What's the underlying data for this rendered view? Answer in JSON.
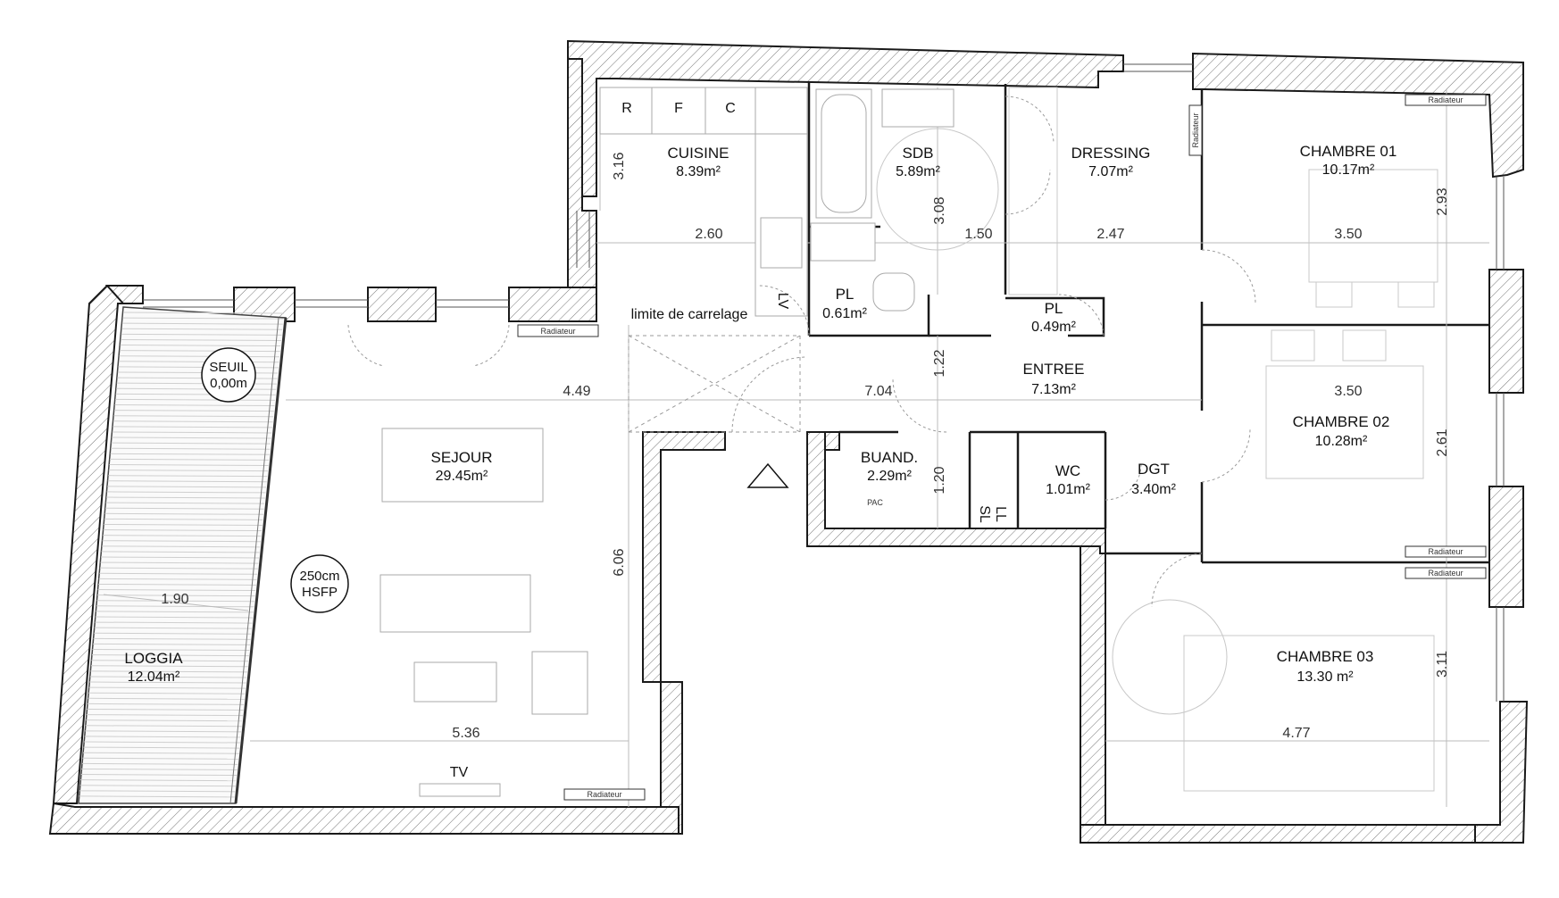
{
  "rooms": {
    "cuisine": {
      "name": "CUISINE",
      "area": "8.39m²"
    },
    "sdb": {
      "name": "SDB",
      "area": "5.89m²"
    },
    "dressing": {
      "name": "DRESSING",
      "area": "7.07m²"
    },
    "chambre01": {
      "name": "CHAMBRE 01",
      "area": "10.17m²"
    },
    "pl1": {
      "name": "PL",
      "area": "0.61m²"
    },
    "pl2": {
      "name": "PL",
      "area": "0.49m²"
    },
    "entree": {
      "name": "ENTREE",
      "area": "7.13m²"
    },
    "chambre02": {
      "name": "CHAMBRE 02",
      "area": "10.28m²"
    },
    "sejour": {
      "name": "SEJOUR",
      "area": "29.45m²"
    },
    "buand": {
      "name": "BUAND.",
      "area": "2.29m²"
    },
    "wc": {
      "name": "WC",
      "area": "1.01m²"
    },
    "dgt": {
      "name": "DGT",
      "area": "3.40m²"
    },
    "chambre03": {
      "name": "CHAMBRE 03",
      "area": "13.30 m²"
    },
    "loggia": {
      "name": "LOGGIA",
      "area": "12.04m²"
    }
  },
  "dimensions": {
    "d316": "3.16",
    "d260": "2.60",
    "d308": "3.08",
    "d150": "1.50",
    "d247": "2.47",
    "d350a": "3.50",
    "d293": "2.93",
    "d122": "1.22",
    "d449": "4.49",
    "d704": "7.04",
    "d350b": "3.50",
    "d261": "2.61",
    "d120": "1.20",
    "d606": "6.06",
    "d190": "1.90",
    "d536": "5.36",
    "d477": "4.77",
    "d311": "3.11"
  },
  "labels": {
    "seuil": "SEUIL",
    "seuil_level": "0,00m",
    "hsfp_height": "250cm",
    "hsfp": "HSFP",
    "carrelage": "limite de carrelage",
    "tv": "TV",
    "lv": "LV",
    "pac": "PAC",
    "ll": "LL",
    "sl": "SL",
    "r": "R",
    "f": "F",
    "c": "C",
    "radiateur": "Radiateur"
  }
}
